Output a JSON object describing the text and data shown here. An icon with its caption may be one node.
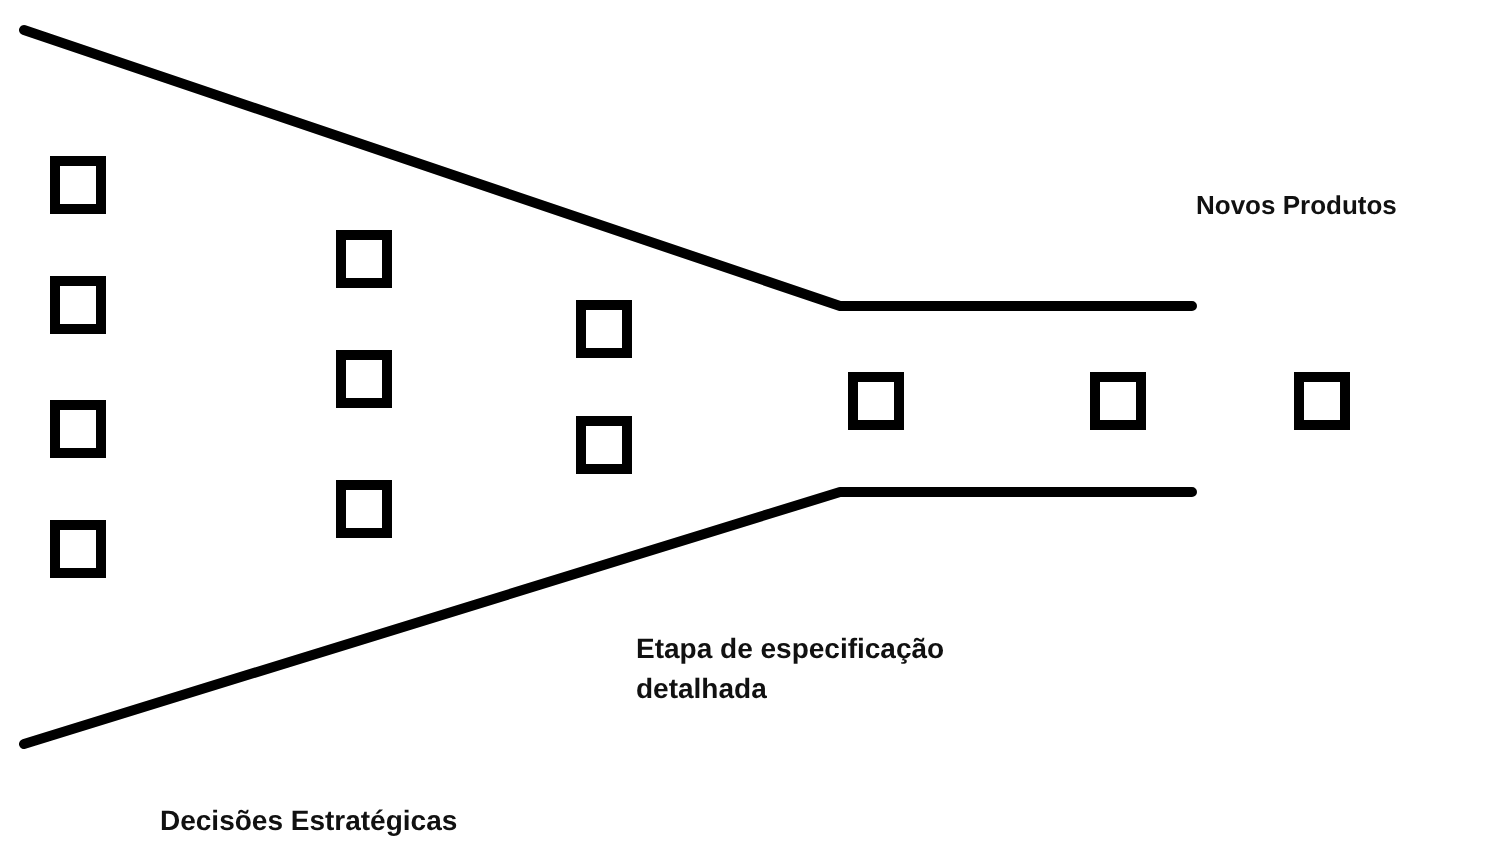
{
  "diagram": {
    "nodes": [
      {
        "text": [],
        "shape": "box"
      },
      {
        "text": [],
        "shape": "box"
      },
      {
        "text": [],
        "shape": "box"
      },
      {
        "text": [],
        "shape": "box"
      },
      {
        "text": [],
        "shape": "box"
      },
      {
        "text": [],
        "shape": "box"
      },
      {
        "text": [],
        "shape": "box"
      },
      {
        "text": [],
        "shape": "box"
      },
      {
        "text": [],
        "shape": "box"
      },
      {
        "text": [],
        "shape": "box"
      },
      {
        "text": [],
        "shape": "box"
      },
      {
        "text": [],
        "shape": "box"
      }
    ],
    "labels": [
      "Novos Produtos",
      "Etapa de especificação detalhada",
      "Decisões Estratégicas"
    ]
  }
}
